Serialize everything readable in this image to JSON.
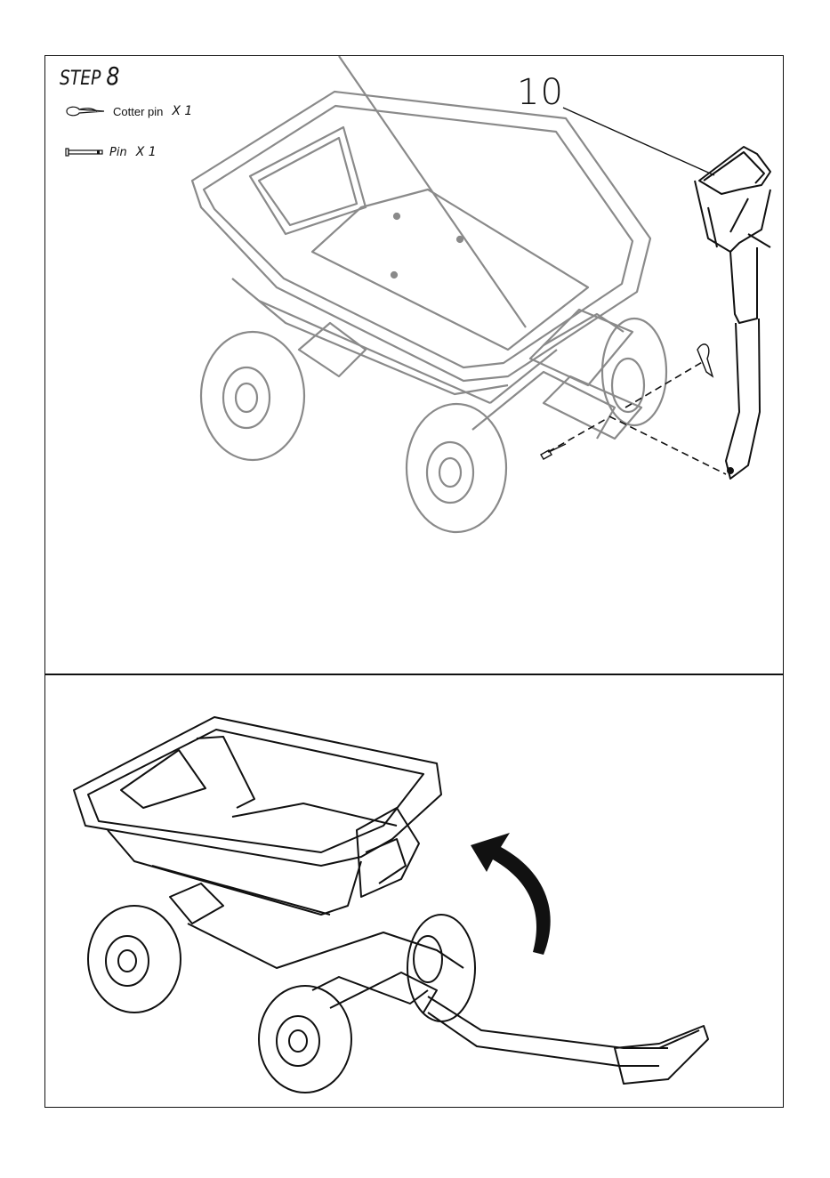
{
  "step": {
    "prefix": "STEP",
    "number": "8"
  },
  "parts": [
    {
      "icon": "cotter-pin-icon",
      "label": "Cotter pin",
      "qty": "X 1"
    },
    {
      "icon": "pin-icon",
      "label": "Pin",
      "qty": "X 1"
    }
  ],
  "callout": {
    "number": "10"
  }
}
